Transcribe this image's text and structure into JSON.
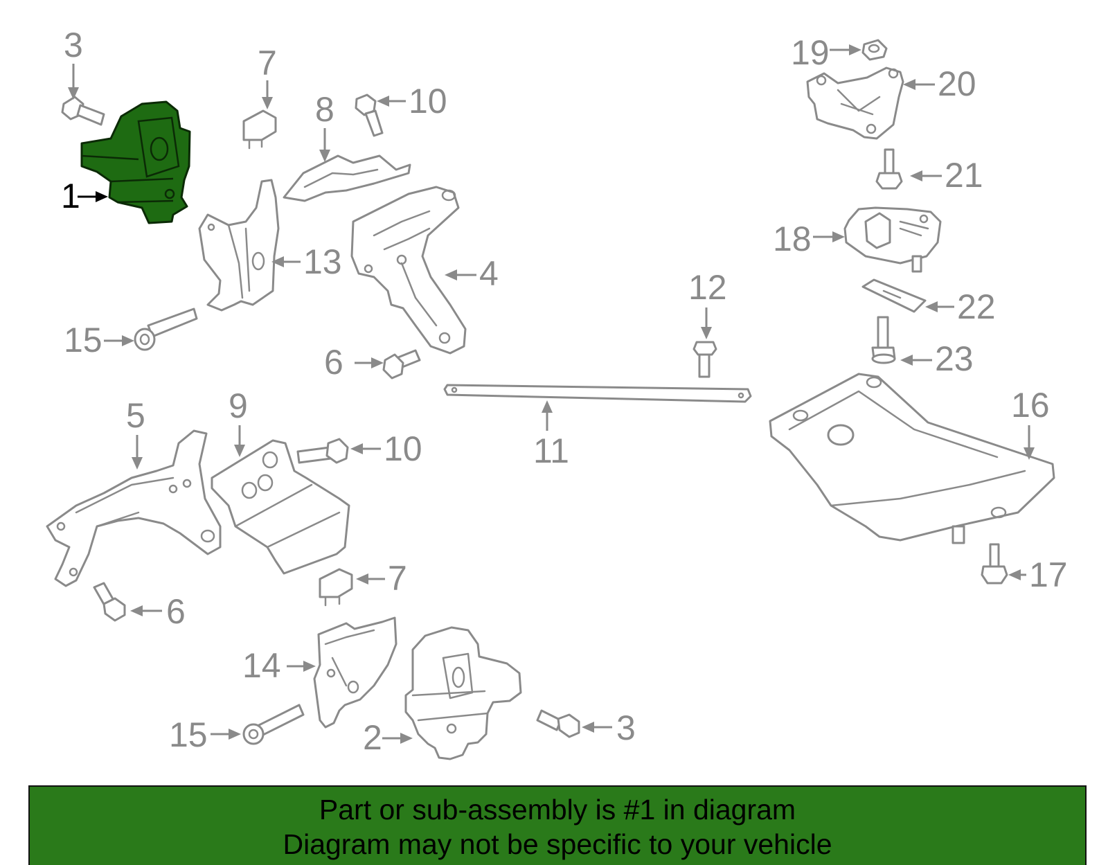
{
  "colors": {
    "banner": "#2a7a1a",
    "highlight": "#1e6b12",
    "part_outline": "#8a8a8a",
    "callout": "#8a8a8a",
    "callout_highlight": "#000000"
  },
  "banner": {
    "line1": "Part or sub-assembly is #1 in diagram",
    "line2": "Diagram may not be specific to your vehicle"
  },
  "callouts": {
    "c1": "1",
    "c2": "2",
    "c3a": "3",
    "c3b": "3",
    "c4": "4",
    "c5": "5",
    "c6a": "6",
    "c6b": "6",
    "c7a": "7",
    "c7b": "7",
    "c8": "8",
    "c9": "9",
    "c10a": "10",
    "c10b": "10",
    "c11": "11",
    "c12": "12",
    "c13": "13",
    "c14": "14",
    "c15a": "15",
    "c15b": "15",
    "c16": "16",
    "c17": "17",
    "c18": "18",
    "c19": "19",
    "c20": "20",
    "c21": "21",
    "c22": "22",
    "c23": "23"
  }
}
